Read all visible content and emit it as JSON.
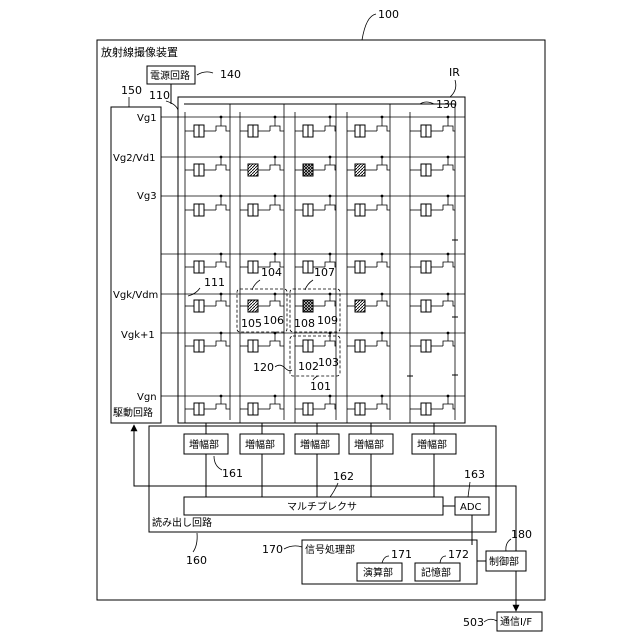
{
  "device": {
    "ref": "100",
    "title": "放射線撮像装置"
  },
  "power_circuit": {
    "label": "電源回路",
    "ref": "140"
  },
  "drive_circuit": {
    "label": "駆動回路",
    "ref": "150"
  },
  "pixel_array": {
    "ref_array": "110",
    "ref_bias": "130",
    "ir_label": "IR",
    "gate_lines": [
      "Vg1",
      "Vg2/Vd1",
      "Vg3",
      "Vgk/Vdm",
      "Vgk+1",
      "Vgn"
    ]
  },
  "detail_refs": {
    "r111": "111",
    "r104": "104",
    "r107": "107",
    "r105": "105",
    "r106": "106",
    "r108": "108",
    "r109": "109",
    "r102": "102",
    "r103": "103",
    "r101": "101",
    "r120": "120"
  },
  "readout": {
    "label": "読み出し回路",
    "ref": "160",
    "amplifier_label": "増幅部",
    "amplifier_ref": "161",
    "multiplexer_label": "マルチプレクサ",
    "multiplexer_ref": "162",
    "adc_label": "ADC",
    "adc_ref": "163"
  },
  "signal_processing": {
    "label": "信号処理部",
    "ref": "170",
    "compute_label": "演算部",
    "compute_ref": "171",
    "memory_label": "記憶部",
    "memory_ref": "172"
  },
  "control": {
    "label": "制御部",
    "ref": "180"
  },
  "comm_if": {
    "label": "通信I/F",
    "ref": "503"
  }
}
